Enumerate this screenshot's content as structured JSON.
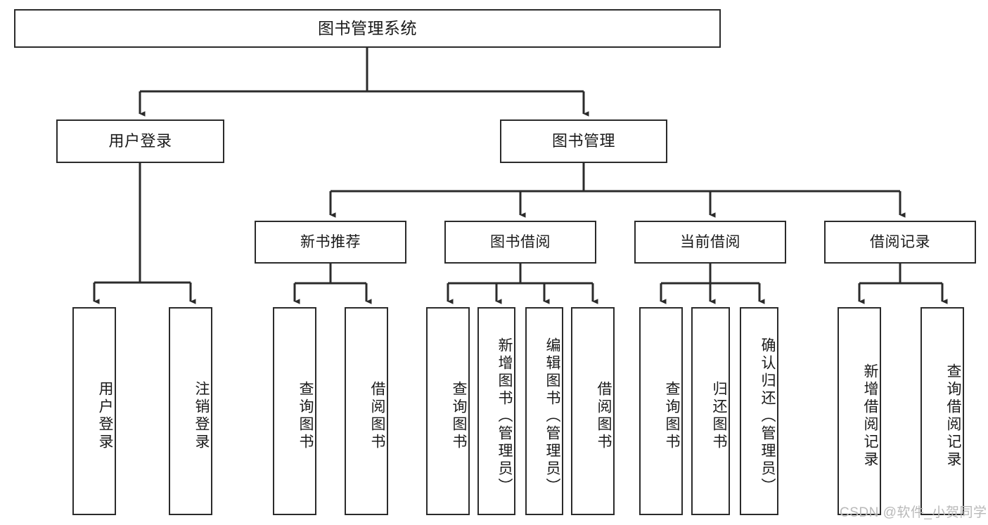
{
  "diagram": {
    "title": "图书管理系统",
    "type": "tree",
    "watermark": "CSDN @软件_小贺同学",
    "colors": {
      "box_border": "#2b2b2b",
      "box_fill": "#ffffff",
      "connector": "#2b2b2b",
      "text": "#1a1a1a",
      "watermark": "#b9b9b9",
      "background": "#ffffff"
    },
    "root": {
      "label": "图书管理系统"
    },
    "level2": [
      {
        "label": "用户登录"
      },
      {
        "label": "图书管理"
      }
    ],
    "level3": [
      {
        "label": "新书推荐"
      },
      {
        "label": "图书借阅"
      },
      {
        "label": "当前借阅"
      },
      {
        "label": "借阅记录"
      }
    ],
    "leaves": {
      "user_login": [
        {
          "label": "用户登录"
        },
        {
          "label": "注销登录"
        }
      ],
      "new_book_recommend": [
        {
          "label": "查询图书"
        },
        {
          "label": "借阅图书"
        }
      ],
      "book_borrow": [
        {
          "label": "查询图书"
        },
        {
          "label": "新增图书（管理员）"
        },
        {
          "label": "编辑图书（管理员）"
        },
        {
          "label": "借阅图书"
        }
      ],
      "current_borrow": [
        {
          "label": "查询图书"
        },
        {
          "label": "归还图书"
        },
        {
          "label": "确认归还（管理员）"
        }
      ],
      "borrow_record": [
        {
          "label": "新增借阅记录"
        },
        {
          "label": "查询借阅记录"
        }
      ]
    }
  }
}
